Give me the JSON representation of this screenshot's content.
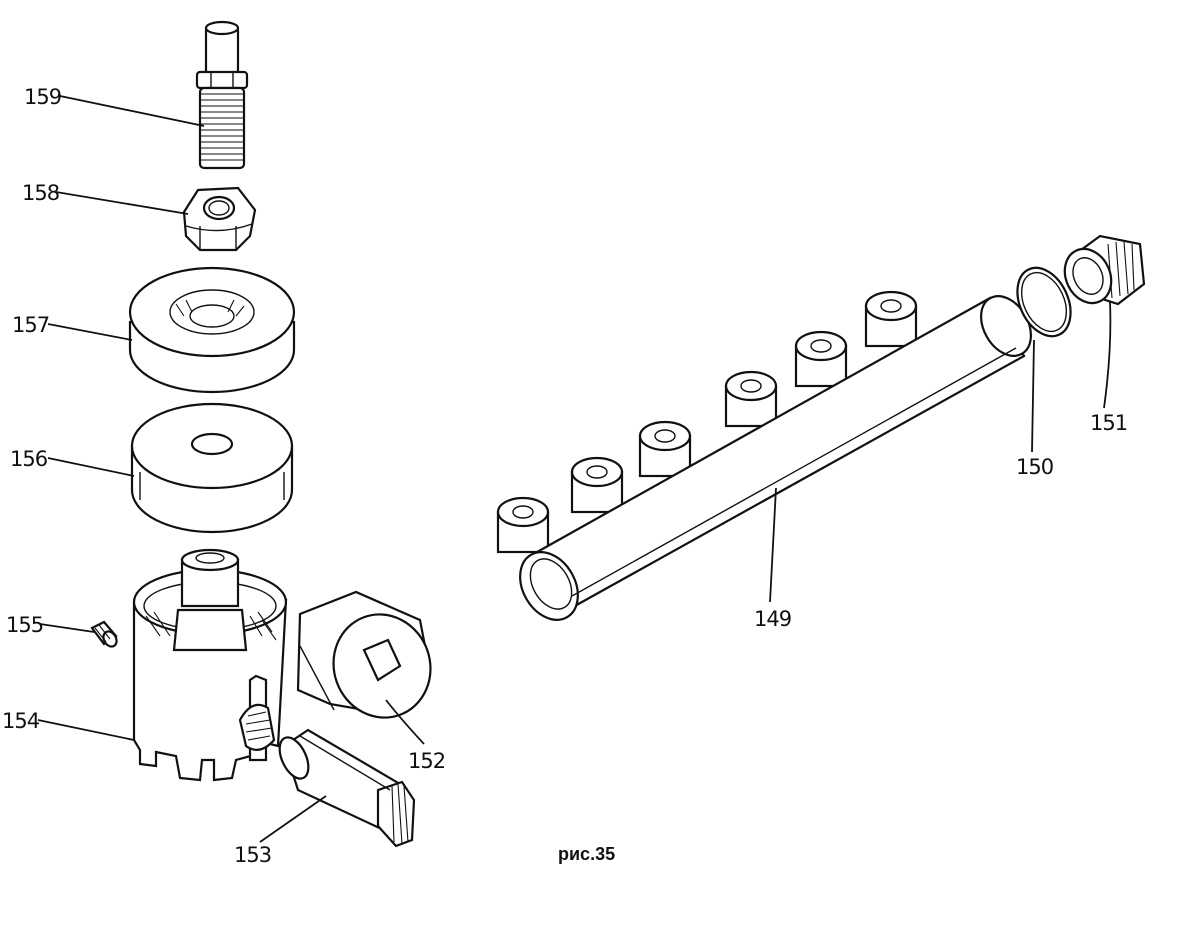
{
  "figure": {
    "caption": "рис.35"
  },
  "callouts": [
    {
      "id": "159",
      "label": "159"
    },
    {
      "id": "158",
      "label": "158"
    },
    {
      "id": "157",
      "label": "157"
    },
    {
      "id": "156",
      "label": "156"
    },
    {
      "id": "155",
      "label": "155"
    },
    {
      "id": "154",
      "label": "154"
    },
    {
      "id": "153",
      "label": "153"
    },
    {
      "id": "152",
      "label": "152"
    },
    {
      "id": "149",
      "label": "149"
    },
    {
      "id": "150",
      "label": "150"
    },
    {
      "id": "151",
      "label": "151"
    }
  ]
}
